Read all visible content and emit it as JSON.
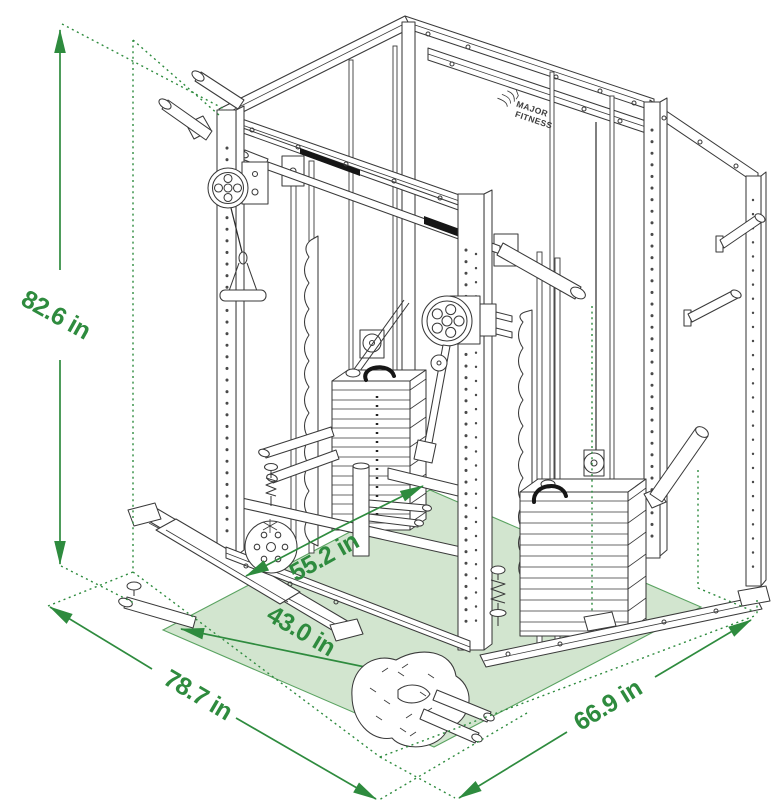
{
  "figure": {
    "kind": "product-dimension-diagram",
    "subject": "power rack smith machine line drawing"
  },
  "brand": {
    "line1": "MAJOR",
    "line2": "FITNESS"
  },
  "units": "in",
  "dimensions": {
    "height": "82.6 in",
    "base_width": "78.7 in",
    "base_depth": "66.9 in",
    "inner_depth": "55.2 in",
    "inner_width": "43.0 in"
  },
  "colors": {
    "dimension": "#2e8b3e",
    "floor": "#d2e5cf",
    "linework": "#3a3a3a",
    "background": "#ffffff"
  }
}
